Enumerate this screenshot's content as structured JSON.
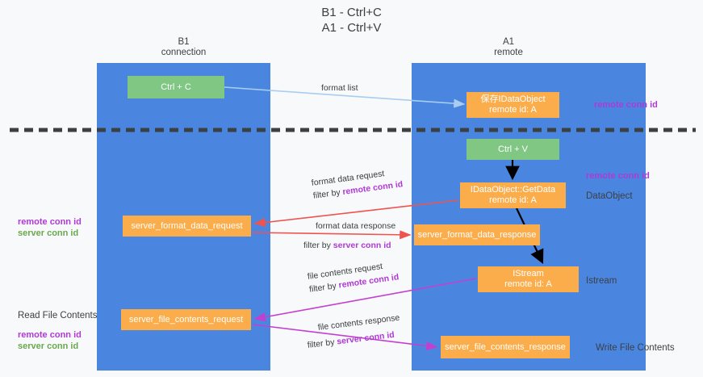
{
  "title": {
    "line1": "B1 - Ctrl+C",
    "line2": "A1 - Ctrl+V"
  },
  "columns": [
    {
      "name": "B1",
      "role": "connection"
    },
    {
      "name": "A1",
      "role": "remote"
    }
  ],
  "boxes": {
    "ctrl_c": "Ctrl + C",
    "idataobject_line1": "保存IDataObject",
    "idataobject_line2": "remote id: A",
    "ctrl_v": "Ctrl + V",
    "getdata_line1": "IDataObject::GetData",
    "getdata_line2": "remote id: A",
    "server_format_data_request": "server_format_data_request",
    "server_format_data_response": "server_format_data_response",
    "istream_line1": "IStream",
    "istream_line2": "remote id: A",
    "server_file_contents_request": "server_file_contents_request",
    "server_file_contents_response": "server_file_contents_response"
  },
  "side_labels": {
    "remote_conn_id_top": "remote conn id",
    "remote_conn_id_mid": "remote conn id",
    "dataobject": "DataObject",
    "istream": "Istream",
    "write_file_contents": "Write File Contents"
  },
  "left_labels": {
    "mid_remote": "remote conn id",
    "mid_server": "server conn id",
    "read_file_contents": "Read File Contents",
    "low_remote": "remote conn id",
    "low_server": "server conn id"
  },
  "edges": {
    "format_list": "format list",
    "format_data_request": "format data request",
    "format_data_request_filter_prefix": "filter by ",
    "format_data_request_filter_key": "remote conn id",
    "format_data_response": "format data response",
    "format_data_response_filter_prefix": "filter by ",
    "format_data_response_filter_key": "server conn id",
    "file_contents_request": "file contents request",
    "file_contents_request_filter_prefix": "filter by ",
    "file_contents_request_filter_key": "remote conn id",
    "file_contents_response": "file contents response",
    "file_contents_response_filter_prefix": "filter by ",
    "file_contents_response_filter_key": "server conn id"
  },
  "colors": {
    "lane": "#4a86e0",
    "green_box": "#81c784",
    "orange_box": "#fbad4b",
    "purple": "#b039d6",
    "green_text": "#6aa84f",
    "arrow_blue": "#a8cdf0",
    "arrow_red": "#ef5350",
    "arrow_magenta": "#c340cf",
    "arrow_black": "#000000",
    "background": "#f8f9fa"
  }
}
